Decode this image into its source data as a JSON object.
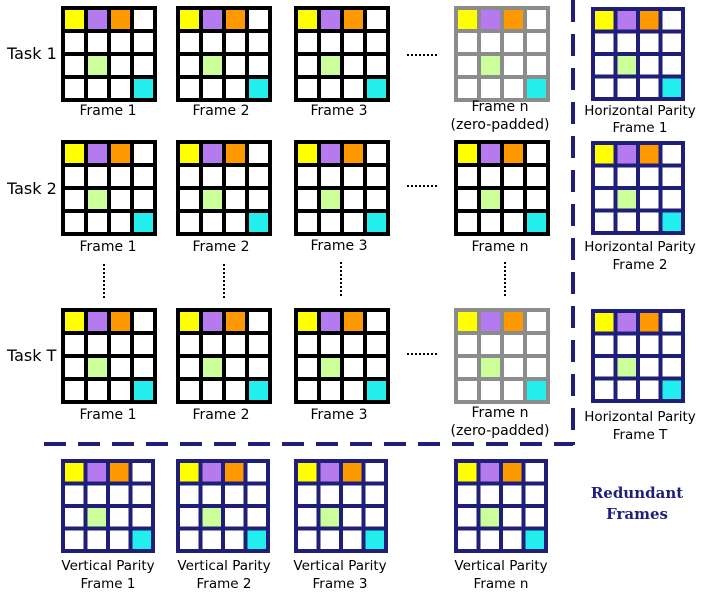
{
  "rows": [
    {
      "task_label": "Task 1",
      "frame_labels": [
        "Frame 1",
        "Frame 2",
        "Frame 3",
        "Frame n"
      ],
      "last_note": "(zero-padded)",
      "parity_title": "Horizontal Parity",
      "parity_frame": "Frame 1"
    },
    {
      "task_label": "Task 2",
      "frame_labels": [
        "Frame 1",
        "Frame 2",
        "Frame 3",
        "Frame n"
      ],
      "last_note": "",
      "parity_title": "Horizontal Parity",
      "parity_frame": "Frame 2"
    },
    {
      "task_label": "Task T",
      "frame_labels": [
        "Frame 1",
        "Frame 2",
        "Frame 3",
        "Frame n"
      ],
      "last_note": "(zero-padded)",
      "parity_title": "Horizontal Parity",
      "parity_frame": "Frame T"
    }
  ],
  "vertical_parity": [
    {
      "title": "Vertical Parity",
      "frame": "Frame 1"
    },
    {
      "title": "Vertical Parity",
      "frame": "Frame 2"
    },
    {
      "title": "Vertical Parity",
      "frame": "Frame 3"
    },
    {
      "title": "Vertical Parity",
      "frame": "Frame n"
    }
  ],
  "redundant_label": {
    "line1": "Redundant",
    "line2": "Frames"
  },
  "colors": {
    "yellow": "#ffff00",
    "purple": "#b57bee",
    "orange": "#ff9900",
    "light_green": "#ccff99",
    "cyan": "#22eeee",
    "data_border": "#000000",
    "padded_border": "#8c8c8c",
    "parity_border": "#1f1f7a",
    "separator": "#1f1f7a"
  }
}
